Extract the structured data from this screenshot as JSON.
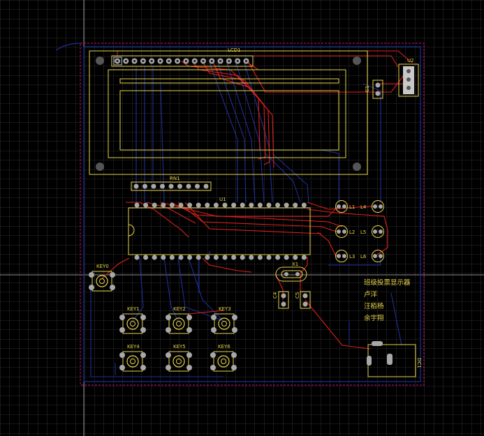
{
  "board": {
    "title_lines": [
      "班级投票显示器",
      "卢洋",
      "汪栢杨",
      "余宇翔"
    ]
  },
  "components": {
    "lcd": "LCD1",
    "u2": "U2",
    "c1": "C1",
    "rn1": "RN1",
    "u1": "U1",
    "x1": "X1",
    "c4": "C4",
    "c5": "C5",
    "dc1": "DC1",
    "key0": "KEY0",
    "key1": "KEY1",
    "key2": "KEY2",
    "key3": "KEY3",
    "key4": "KEY4",
    "key5": "KEY5",
    "key6": "KEY6",
    "l1": "L1",
    "l2": "L2",
    "l3": "L3",
    "l4": "L4",
    "l5": "L5",
    "l6": "L6"
  },
  "colors": {
    "background": "#000000",
    "grid": "#3a3a3a",
    "silkscreen": "#e8d44a",
    "top_trace": "#e0201c",
    "bottom_trace": "#1e2f9a",
    "board_outline": "#c0107a",
    "pad": "#a8a8a8"
  }
}
